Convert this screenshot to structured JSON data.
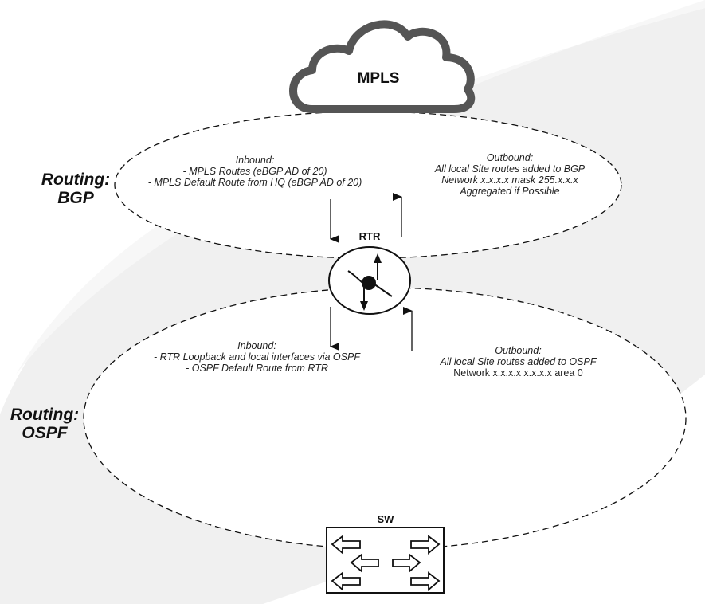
{
  "diagram": {
    "cloud": {
      "label": "MPLS",
      "icon": "cloud-icon"
    },
    "router": {
      "label": "RTR",
      "icon": "router-icon"
    },
    "switch": {
      "label": "SW",
      "icon": "switch-icon"
    },
    "zones": {
      "bgp": {
        "label_line1": "Routing:",
        "label_line2": "BGP",
        "inbound": {
          "title": "Inbound:",
          "lines": [
            "- MPLS Routes (eBGP AD of 20)",
            "- MPLS Default Route from HQ (eBGP AD of 20)"
          ]
        },
        "outbound": {
          "title": "Outbound:",
          "lines": [
            "All local Site routes added to BGP",
            "Network x.x.x.x mask 255.x.x.x",
            "Aggregated if Possible"
          ]
        }
      },
      "ospf": {
        "label_line1": "Routing:",
        "label_line2": "OSPF",
        "inbound": {
          "title": "Inbound:",
          "lines": [
            "- RTR Loopback and local interfaces via OSPF",
            "- OSPF Default Route from RTR"
          ]
        },
        "outbound": {
          "title": "Outbound:",
          "lines": [
            "All local Site routes added to OSPF",
            "Network x.x.x.x x.x.x.x area 0"
          ]
        }
      }
    },
    "colors": {
      "stroke": "#111111",
      "cloud_stroke": "#555555",
      "background_swoosh": "#efefef",
      "ellipse_fill": "#ffffff"
    }
  }
}
